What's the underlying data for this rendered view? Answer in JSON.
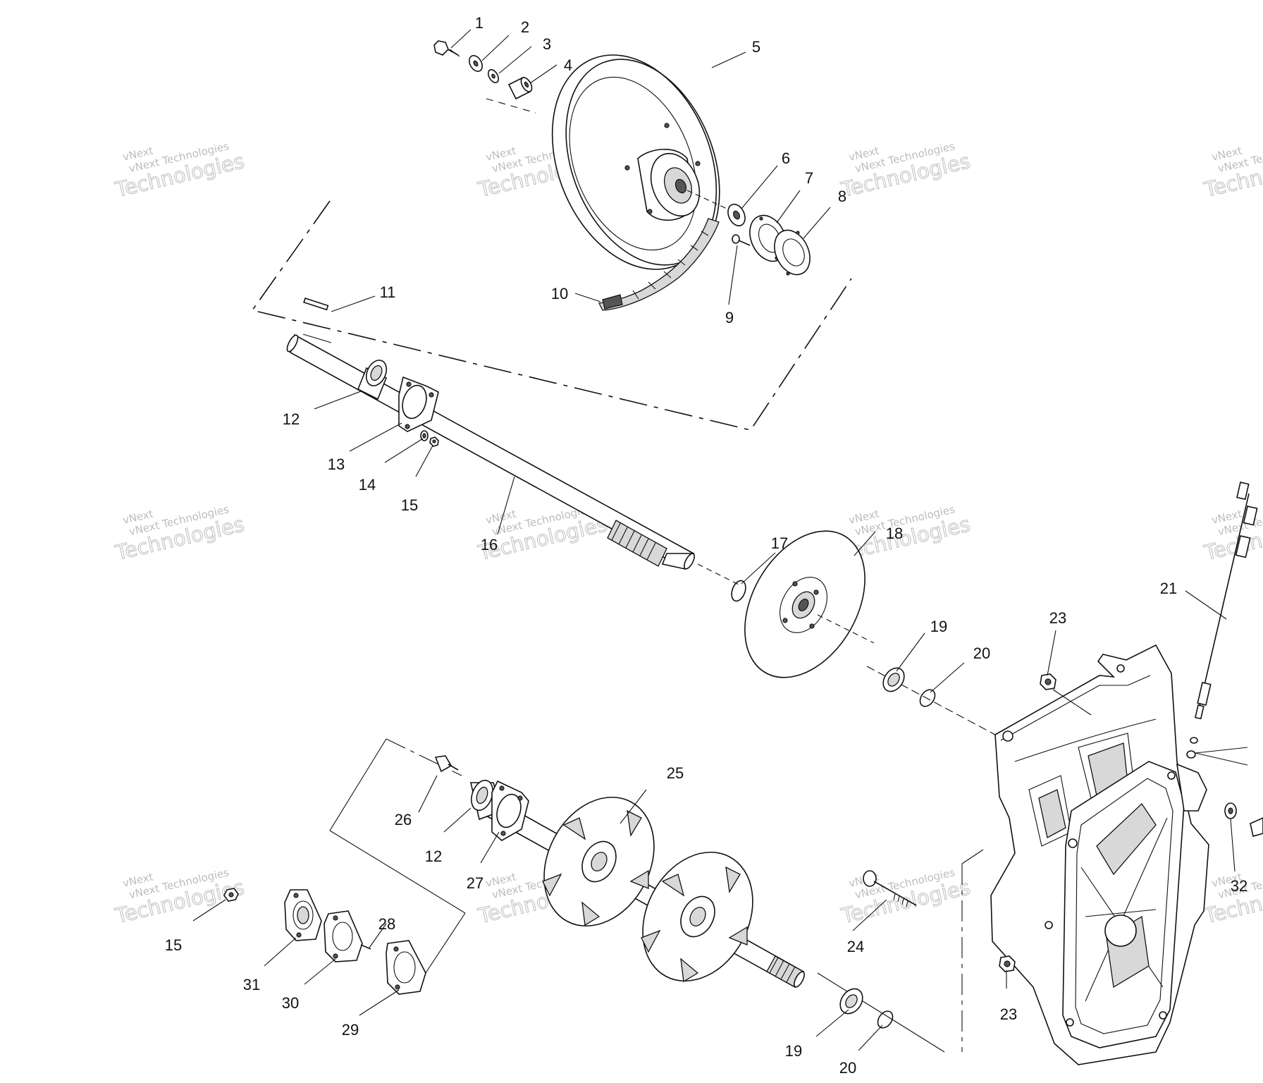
{
  "watermark": {
    "line1": "vNext Technologies",
    "line2": "Technologies",
    "corner": "vNext"
  },
  "callouts": [
    {
      "id": "1",
      "text": "1"
    },
    {
      "id": "2",
      "text": "2"
    },
    {
      "id": "3",
      "text": "3"
    },
    {
      "id": "4",
      "text": "4"
    },
    {
      "id": "5",
      "text": "5"
    },
    {
      "id": "6",
      "text": "6"
    },
    {
      "id": "7",
      "text": "7"
    },
    {
      "id": "8",
      "text": "8"
    },
    {
      "id": "9",
      "text": "9"
    },
    {
      "id": "10",
      "text": "10"
    },
    {
      "id": "11",
      "text": "11"
    },
    {
      "id": "12a",
      "text": "12"
    },
    {
      "id": "13",
      "text": "13"
    },
    {
      "id": "14",
      "text": "14"
    },
    {
      "id": "15a",
      "text": "15"
    },
    {
      "id": "16",
      "text": "16"
    },
    {
      "id": "17",
      "text": "17"
    },
    {
      "id": "18",
      "text": "18"
    },
    {
      "id": "19a",
      "text": "19"
    },
    {
      "id": "20a",
      "text": "20"
    },
    {
      "id": "21",
      "text": "21"
    },
    {
      "id": "23a",
      "text": "23"
    },
    {
      "id": "25",
      "text": "25"
    },
    {
      "id": "26",
      "text": "26"
    },
    {
      "id": "12b",
      "text": "12"
    },
    {
      "id": "27",
      "text": "27"
    },
    {
      "id": "28",
      "text": "28"
    },
    {
      "id": "15b",
      "text": "15"
    },
    {
      "id": "31",
      "text": "31"
    },
    {
      "id": "30",
      "text": "30"
    },
    {
      "id": "29",
      "text": "29"
    },
    {
      "id": "24",
      "text": "24"
    },
    {
      "id": "23b",
      "text": "23"
    },
    {
      "id": "19b",
      "text": "19"
    },
    {
      "id": "20b",
      "text": "20"
    },
    {
      "id": "32",
      "text": "32"
    }
  ]
}
